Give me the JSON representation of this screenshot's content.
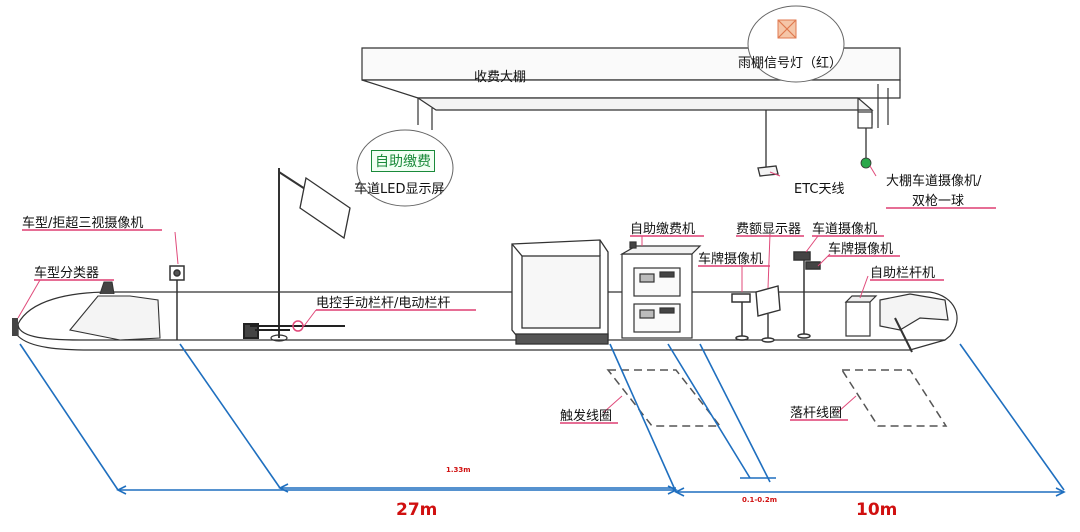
{
  "labels": {
    "canopy": "收费大棚",
    "canopy_signal": "雨棚信号灯（红）",
    "led_sign_text": "自助缴费",
    "led_screen": "车道LED显示屏",
    "vehicle_camera": "车型/拒超三视摄像机",
    "vehicle_classifier": "车型分类器",
    "etc_antenna": "ETC天线",
    "canopy_camera_line1": "大棚车道摄像机/",
    "canopy_camera_line2": "双枪一球",
    "barrier": "电控手动栏杆/电动栏杆",
    "self_pay_machine": "自助缴费机",
    "fee_display": "费额显示器",
    "lane_camera": "车道摄像机",
    "plate_camera_1": "车牌摄像机",
    "plate_camera_2": "车牌摄像机",
    "auto_barrier": "自助栏杆机",
    "trigger_coil": "触发线圈",
    "drop_coil": "落杆线圈"
  },
  "dimensions": {
    "total_left": "27m",
    "inner": "1.33m",
    "gap": "0.1-0.2m",
    "right": "10m"
  },
  "colors": {
    "line": "#333333",
    "dimension": "#1f6fbf",
    "dimension_text": "#d01010",
    "label_underline": "#e04a7a",
    "led_text": "#1a8a3a",
    "signal": "#e8a070",
    "camera_ball": "#2aa84a"
  }
}
